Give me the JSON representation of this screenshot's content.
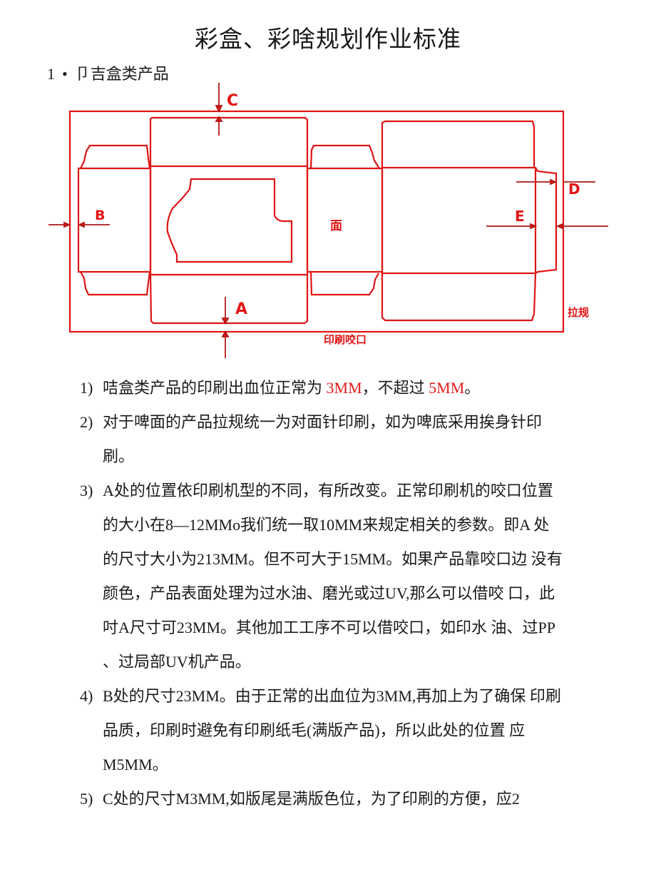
{
  "document": {
    "title": "彩盒、彩啥规划作业标准",
    "section": {
      "number": "1",
      "bullet": "•",
      "heading": "卩吉盒类产品"
    }
  },
  "diagram": {
    "labels": {
      "c": "C",
      "b": "B",
      "a": "A",
      "d": "D",
      "e": "E",
      "face": "面",
      "gripper": "印刷咬口",
      "side_lay": "拉规"
    },
    "line_color": "#e01414"
  },
  "items": [
    {
      "num": "1)",
      "parts": [
        "咭盒类产品的印刷出血位正常为 ",
        "3MM",
        "，不超过 ",
        "5MM",
        "。"
      ]
    },
    {
      "num": "2)",
      "lines": [
        "对于啤面的产品拉规统一为对面针印刷，如为啤底采用挨身针印",
        "刷。"
      ]
    },
    {
      "num": "3)",
      "lines": [
        "A处的位置依印刷机型的不同，有所改变。正常印刷机的咬口位置",
        "的大小在8—12MMo我们统一取10MM来规定相关的参数。即A 处",
        "的尺寸大小为213MM。但不可大于15MM。如果产品靠咬口边 没有",
        "颜色，产品表面处理为过水油、磨光或过UV,那么可以借咬  口，此",
        "吋A尺寸可23MM。其他加工工序不可以借咬口，如印水  油、过PP",
        "、过局部UV机产品。"
      ]
    },
    {
      "num": "4)",
      "lines": [
        "B处的尺寸23MM。由于正常的出血位为3MM,再加上为了确保  印刷",
        "品质，印刷时避免有印刷纸毛(满版产品)，所以此处的位置  应",
        "M5MM。"
      ]
    },
    {
      "num": "5)",
      "lines": [
        "C处的尺寸M3MM,如版尾是满版色位，为了印刷的方便，应2"
      ]
    }
  ],
  "colors": {
    "highlight": "#e21d1d",
    "text": "#1a1a1a"
  }
}
